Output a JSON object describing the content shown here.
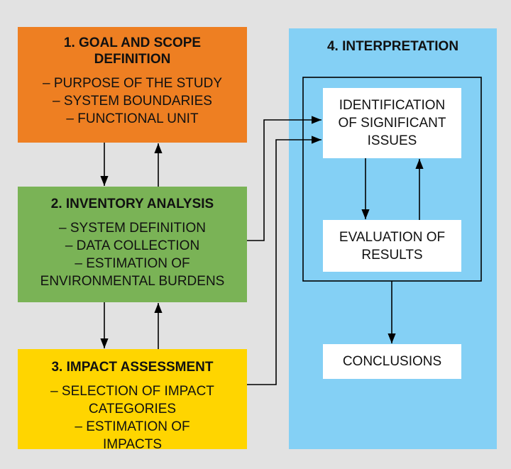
{
  "diagram": {
    "phase1": {
      "title": "1. GOAL AND SCOPE DEFINITION",
      "items": [
        "– PURPOSE OF THE STUDY",
        "– SYSTEM BOUNDARIES",
        "– FUNCTIONAL UNIT"
      ],
      "color": "#ee7f22"
    },
    "phase2": {
      "title": "2. INVENTORY ANALYSIS",
      "items": [
        "– SYSTEM DEFINITION",
        "– DATA COLLECTION",
        "– ESTIMATION OF ENVIRONMENTAL BURDENS"
      ],
      "color": "#7ab356"
    },
    "phase3": {
      "title": "3. IMPACT ASSESSMENT",
      "items": [
        "– SELECTION OF IMPACT CATEGORIES",
        "– ESTIMATION OF IMPACTS"
      ],
      "color": "#ffd500"
    },
    "phase4": {
      "title": "4. INTERPRETATION",
      "color": "#84d0f5",
      "steps": {
        "identification": "IDENTIFICATION OF SIGNIFICANT ISSUES",
        "evaluation": "EVALUATION OF RESULTS",
        "conclusions": "CONCLUSIONS"
      }
    },
    "edges": [
      {
        "from": "phase1",
        "to": "phase2"
      },
      {
        "from": "phase2",
        "to": "phase1"
      },
      {
        "from": "phase2",
        "to": "phase3"
      },
      {
        "from": "phase3",
        "to": "phase2"
      },
      {
        "from": "phase2",
        "to": "identification"
      },
      {
        "from": "phase3",
        "to": "identification"
      },
      {
        "from": "identification",
        "to": "evaluation"
      },
      {
        "from": "evaluation",
        "to": "identification"
      },
      {
        "from": "interpretation-loop",
        "to": "conclusions"
      }
    ]
  }
}
